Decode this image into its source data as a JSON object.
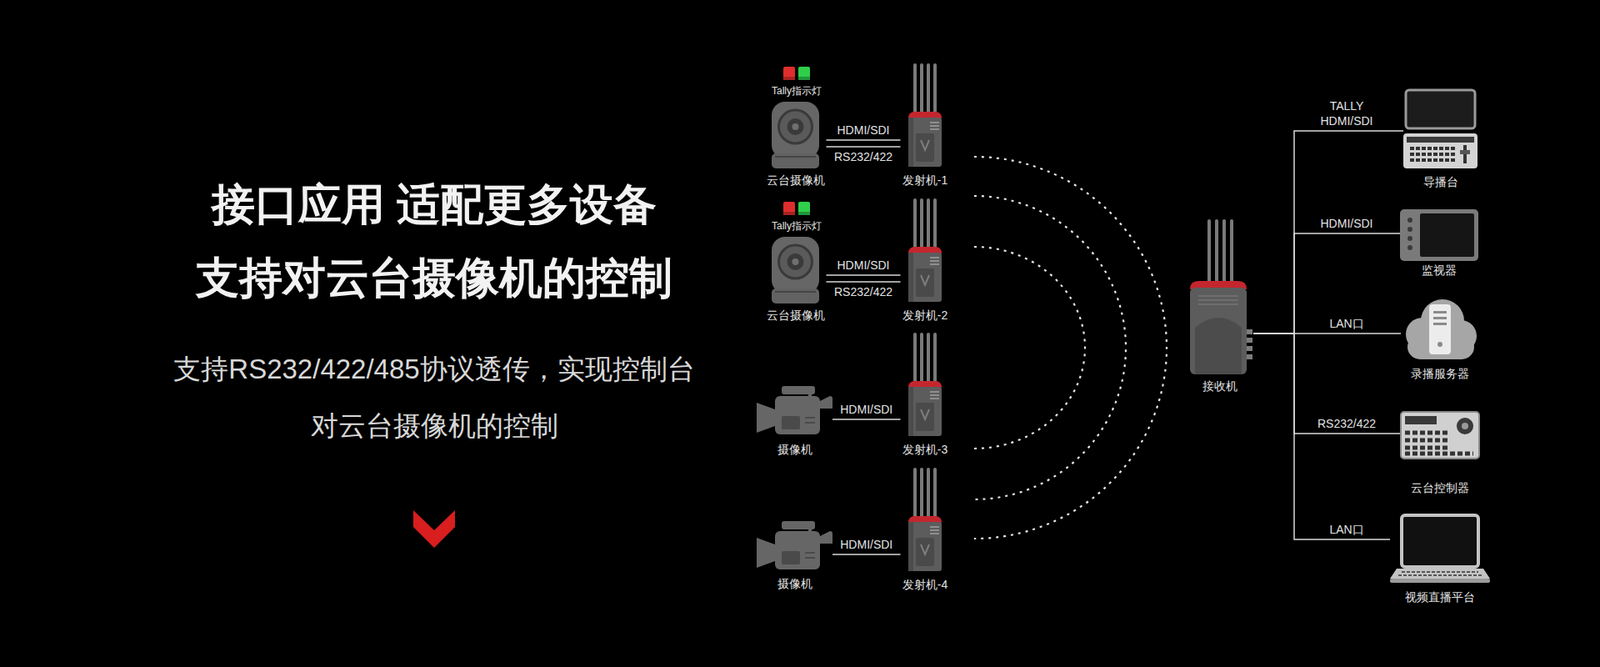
{
  "diagram": {
    "title": "接口应用 适配更多设备 支持对云台摄像机的控制",
    "caption": "支持RS232/422/485协议透传，实现控制台 对云台摄像机的控制",
    "nodes": [
      {
        "text": [
          "Tally指示灯"
        ]
      },
      {
        "text": [
          "云台摄像机"
        ]
      },
      {
        "text": [
          "发射机-1"
        ]
      },
      {
        "text": [
          "Tally指示灯"
        ]
      },
      {
        "text": [
          "云台摄像机"
        ]
      },
      {
        "text": [
          "发射机-2"
        ]
      },
      {
        "text": [
          "摄像机"
        ]
      },
      {
        "text": [
          "发射机-3"
        ]
      },
      {
        "text": [
          "摄像机"
        ]
      },
      {
        "text": [
          "发射机-4"
        ]
      },
      {
        "text": [
          "接收机"
        ]
      },
      {
        "text": [
          "导播台"
        ]
      },
      {
        "text": [
          "监视器"
        ]
      },
      {
        "text": [
          "录播服务器"
        ]
      },
      {
        "text": [
          "云台控制器"
        ]
      },
      {
        "text": [
          "视频直播平台"
        ]
      }
    ],
    "edges": [
      {
        "from": 1,
        "to": 2,
        "label": "HDMI/SDI",
        "arrow": "none"
      },
      {
        "from": 1,
        "to": 2,
        "label": "RS232/422",
        "arrow": "none"
      },
      {
        "from": 4,
        "to": 5,
        "label": "HDMI/SDI",
        "arrow": "none"
      },
      {
        "from": 4,
        "to": 5,
        "label": "RS232/422",
        "arrow": "none"
      },
      {
        "from": 6,
        "to": 7,
        "label": "HDMI/SDI",
        "arrow": "none"
      },
      {
        "from": 8,
        "to": 9,
        "label": "HDMI/SDI",
        "arrow": "none"
      },
      {
        "from": 10,
        "to": 11,
        "label": "TALLY HDMI/SDI",
        "arrow": "none"
      },
      {
        "from": 10,
        "to": 12,
        "label": "HDMI/SDI",
        "arrow": "none"
      },
      {
        "from": 10,
        "to": 13,
        "label": "LAN口",
        "arrow": "none"
      },
      {
        "from": 10,
        "to": 14,
        "label": "RS232/422",
        "arrow": "none"
      },
      {
        "from": 10,
        "to": 15,
        "label": "LAN口",
        "arrow": "none"
      }
    ]
  }
}
